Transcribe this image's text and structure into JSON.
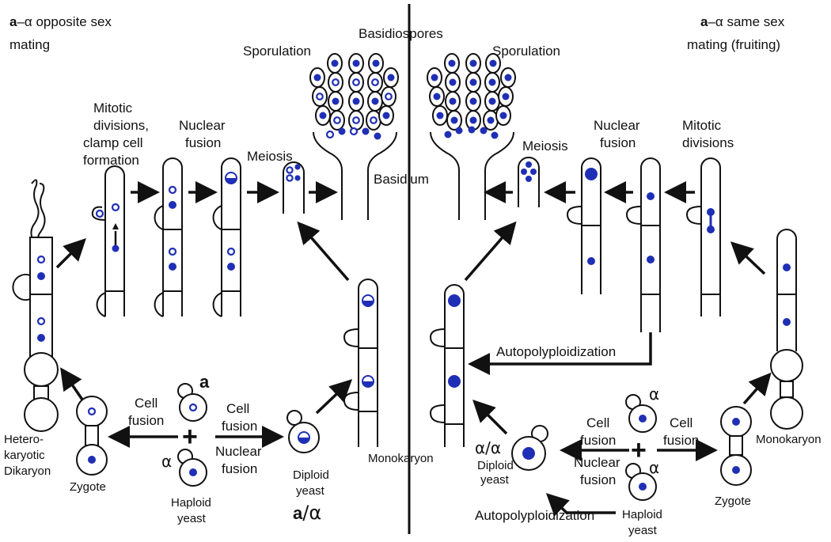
{
  "left": {
    "title_prefix": "a",
    "title_rest": "–α opposite sex",
    "title_line2": "mating",
    "mitotic_1": "Mitotic",
    "mitotic_2": "divisions,",
    "mitotic_3": "clamp cell",
    "mitotic_4": "formation",
    "nuclear_fusion_1": "Nuclear",
    "nuclear_fusion_2": "fusion",
    "meiosis": "Meiosis",
    "sporulation": "Sporulation",
    "dikaryon_1": "Hetero-",
    "dikaryon_2": "karyotic",
    "dikaryon_3": "Dikaryon",
    "zygote": "Zygote",
    "cell_fusion_1": "Cell",
    "cell_fusion_2": "fusion",
    "cell_fusion_b1": "Cell",
    "cell_fusion_b2": "fusion",
    "nuc_fusion_b1": "Nuclear",
    "nuc_fusion_b2": "fusion",
    "mating_a": "a",
    "mating_alpha": "α",
    "haploid_1": "Haploid",
    "haploid_2": "yeast",
    "diploid_1": "Diploid",
    "diploid_2": "yeast",
    "diploid_type_a": "a",
    "diploid_type_rest": "/α",
    "monokaryon": "Monokaryon"
  },
  "center": {
    "basidiospores": "Basidiospores",
    "basidium": "Basidium"
  },
  "right": {
    "title_prefix": "a",
    "title_rest": "–α same sex",
    "title_line2": "mating (fruiting)",
    "sporulation": "Sporulation",
    "meiosis": "Meiosis",
    "nuclear_fusion_1": "Nuclear",
    "nuclear_fusion_2": "fusion",
    "mitotic_1": "Mitotic",
    "mitotic_2": "divisions",
    "autopolyploidization_top": "Autopolyploidization",
    "autopolyploidization_bottom": "Autopolyploidization",
    "diploid_type": "α/α",
    "diploid_1": "Diploid",
    "diploid_2": "yeast",
    "cell_fusion_1": "Cell",
    "cell_fusion_2": "fusion",
    "nuc_fusion_1": "Nuclear",
    "nuc_fusion_2": "fusion",
    "cell_fusion_r1": "Cell",
    "cell_fusion_r2": "fusion",
    "alpha_top": "α",
    "alpha_bottom": "α",
    "haploid_1": "Haploid",
    "haploid_2": "yeast",
    "zygote": "Zygote",
    "monokaryon": "Monokaryon"
  },
  "colors": {
    "nucleus": "#1f2fb5",
    "line": "#111111"
  }
}
